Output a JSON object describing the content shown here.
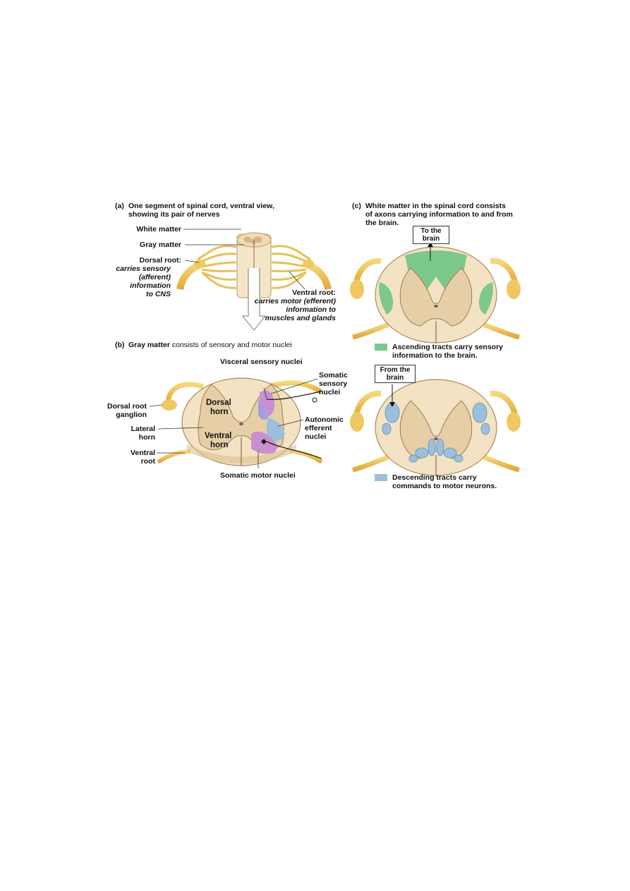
{
  "panel_a": {
    "title_letter": "(a)",
    "title_line1": "One segment of spinal cord, ventral view,",
    "title_line2": "showing its pair of nerves",
    "white_matter": "White matter",
    "gray_matter": "Gray matter",
    "dorsal_root": "Dorsal root:",
    "dorsal_desc": [
      "carries sensory",
      "(afferent)",
      "information",
      "to CNS"
    ],
    "ventral_root": "Ventral root:",
    "ventral_desc": [
      "carries motor (efferent)",
      "information to",
      "muscles and glands"
    ]
  },
  "panel_b": {
    "title_letter": "(b)",
    "title_bold": "Gray matter",
    "title_rest": "consists of sensory and motor nuclei",
    "visceral_sensory": "Visceral sensory nuclei",
    "somatic_sensory": [
      "Somatic",
      "sensory",
      "nuclei"
    ],
    "dorsal_root_ganglion": [
      "Dorsal root",
      "ganglion"
    ],
    "dorsal_horn": [
      "Dorsal",
      "horn"
    ],
    "lateral_horn": [
      "Lateral",
      "horn"
    ],
    "ventral_horn": [
      "Ventral",
      "horn"
    ],
    "ventral_root": [
      "Ventral",
      "root"
    ],
    "autonomic_efferent": [
      "Autonomic",
      "efferent",
      "nuclei"
    ],
    "somatic_motor": "Somatic motor nuclei"
  },
  "panel_c": {
    "title_letter": "(c)",
    "title_bold": "White matter",
    "title_rest1": "in the spinal cord consists",
    "title_line2": "of axons carrying information to and from",
    "title_line3": "the brain.",
    "to_brain": [
      "To the",
      "brain"
    ],
    "from_brain": [
      "From the",
      "brain"
    ],
    "ascending_bold": "Ascending tracts",
    "ascending_rest1": "carry sensory",
    "ascending_line2": "information to the brain.",
    "descending_bold": "Descending tracts",
    "descending_rest1": "carry",
    "descending_line2": "commands to motor neurons.",
    "ascending_color": "#7cc88a",
    "descending_color": "#9cc0dc"
  }
}
